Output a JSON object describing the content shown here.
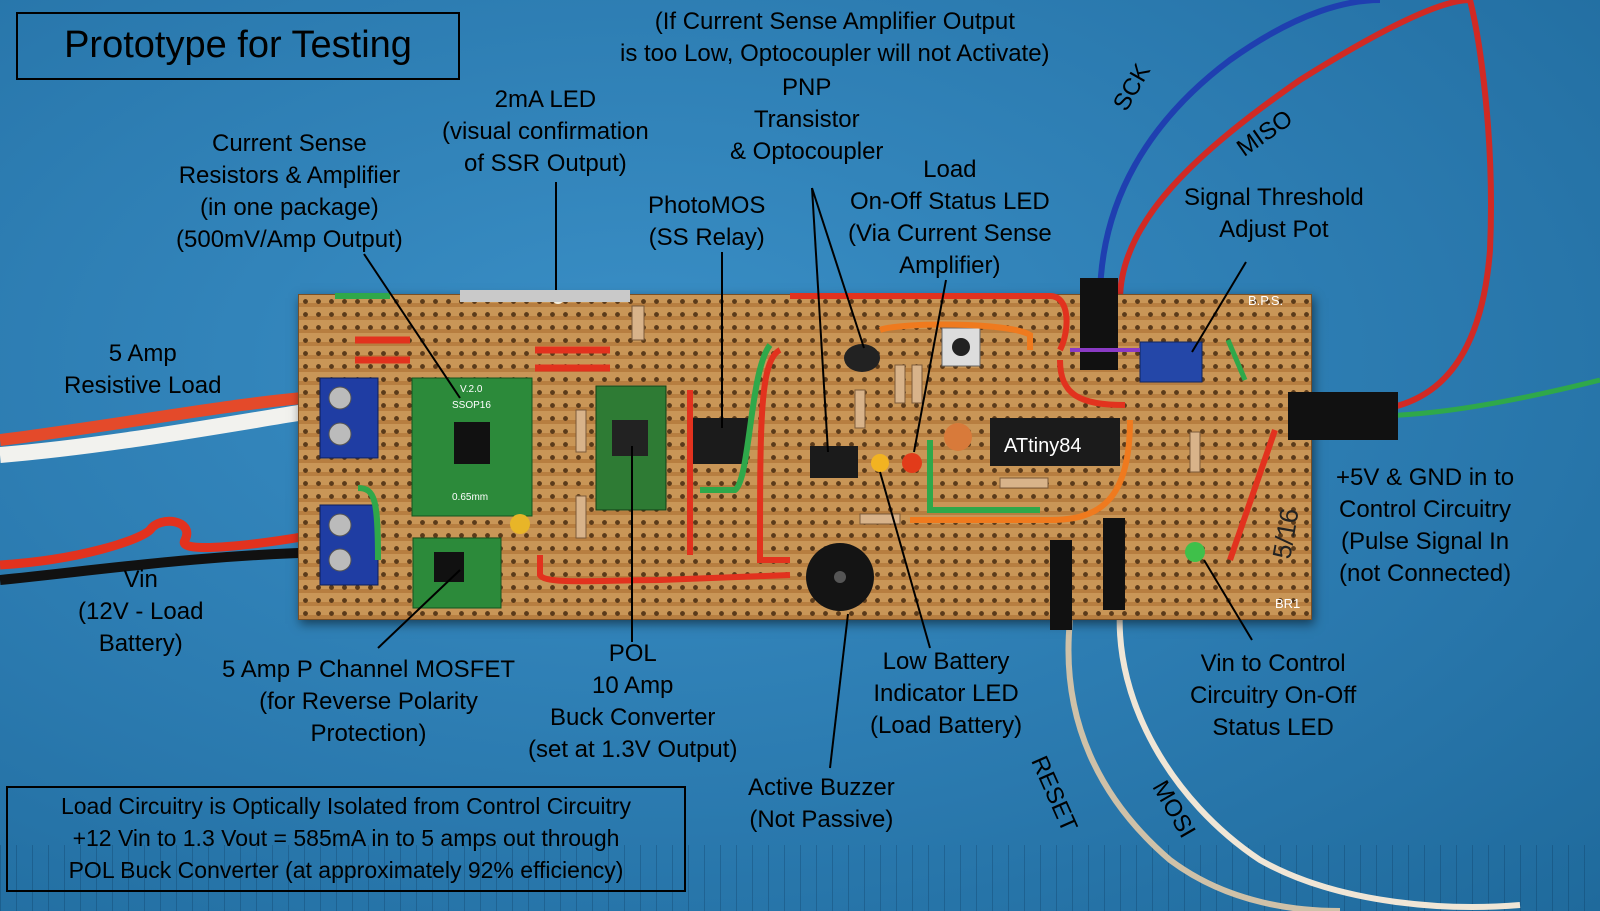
{
  "title": "Prototype for Testing",
  "labels": {
    "top_note": [
      "(If Current Sense Amplifier Output",
      "is too Low, Optocoupler will not Activate)"
    ],
    "led_2ma": [
      "2mA LED",
      "(visual confirmation",
      "of SSR Output)"
    ],
    "current_sense": [
      "Current Sense",
      "Resistors & Amplifier",
      "(in one package)",
      "(500mV/Amp Output)"
    ],
    "pnp": [
      "PNP",
      "Transistor",
      "& Optocoupler"
    ],
    "photomos": [
      "PhotoMOS",
      "(SS Relay)"
    ],
    "load_status": [
      "Load",
      "On-Off Status LED",
      "(Via Current Sense",
      "Amplifier)"
    ],
    "threshold_pot": [
      "Signal Threshold",
      "Adjust Pot"
    ],
    "resistive_load": [
      "5 Amp",
      "Resistive Load"
    ],
    "vin": [
      "Vin",
      "(12V - Load",
      "Battery)"
    ],
    "mosfet": [
      "5 Amp P Channel MOSFET",
      "(for Reverse Polarity",
      "Protection)"
    ],
    "pol": [
      "POL",
      "10 Amp",
      "Buck Converter",
      "(set at 1.3V Output)"
    ],
    "buzzer": [
      "Active Buzzer",
      "(Not Passive)"
    ],
    "low_battery": [
      "Low Battery",
      "Indicator LED",
      "(Load Battery)"
    ],
    "vin_control": [
      "Vin to Control",
      "Circuitry On-Off",
      "Status LED"
    ],
    "power_in": [
      "+5V & GND in to",
      "Control Circuitry",
      "(Pulse Signal In",
      "(not Connected)"
    ],
    "sck": "SCK",
    "miso": "MISO",
    "reset": "RESET",
    "mosi": "MOSI"
  },
  "bottom_note": [
    "Load Circuitry is Optically Isolated from Control Circuitry",
    "+12 Vin to 1.3 Vout = 585mA in to 5 amps out through",
    "POL Buck Converter (at approximately 92% efficiency)"
  ],
  "board_marks": {
    "chip": "ATtiny84",
    "ssop_version": "V.2.0",
    "ssop_name": "SSOP16",
    "ssop_pitch": "0.65mm",
    "bps": "B.P.S.",
    "br1": "BR1",
    "date": "5/16"
  },
  "colors": {
    "wire_red": "#e2321e",
    "wire_blue": "#1f3fb0",
    "wire_green": "#2fa84a",
    "wire_white": "#f2f2ee",
    "board": "#c08a4b",
    "mat": "#2f80b6"
  }
}
